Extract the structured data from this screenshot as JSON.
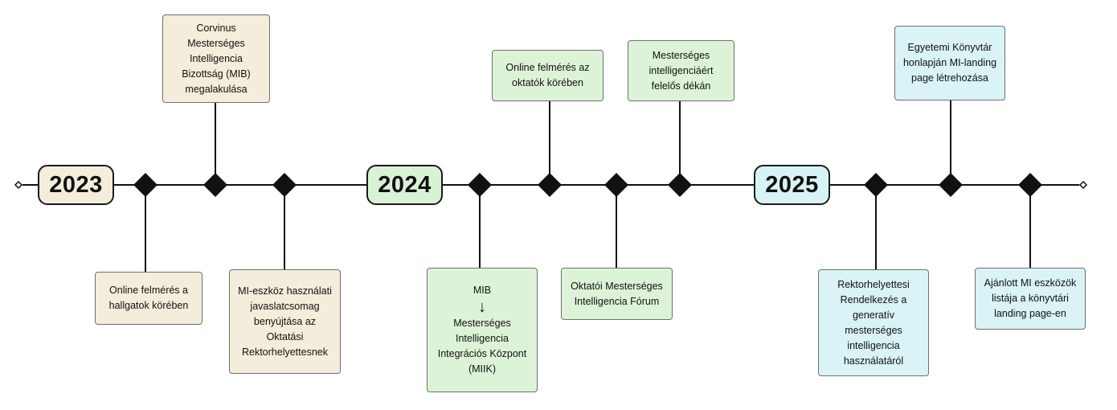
{
  "colors": {
    "line": "#111111",
    "year_2023": "#f4eddb",
    "year_2024": "#d9f2d6",
    "year_2025": "#d7f3f6"
  },
  "years": [
    "2023",
    "2024",
    "2025"
  ],
  "events": {
    "mib_founded": "Corvinus Mesterséges Intelligencia Bizottság (MIB) megalakulása",
    "student_survey": "Online felmérés a hallgatok körében",
    "ai_tool_package": "MI-eszköz használati javaslatcsomag benyújtása az Oktatási Rektorhelyettesnek",
    "mib_to_miik": {
      "from": "MIB",
      "arrow": "↓",
      "to": "Mesterséges Intelligencia Integrációs Központ (MIIK)"
    },
    "teacher_survey": "Online felmérés az oktatók körében",
    "teacher_forum": "Oktatói Mesterséges Intelligencia Fórum",
    "ai_dean": "Mesterséges intelligenciáért felelős dékán",
    "rector_decree": "Rektorhelyettesi Rendelkezés a generatív mesterséges intelligencia használatáról",
    "landing_page": "Egyetemi Könyvtár honlapján MI-landing page létrehozása",
    "tool_list": "Ajánlott MI eszközök listája a könyvtári landing page-en"
  }
}
